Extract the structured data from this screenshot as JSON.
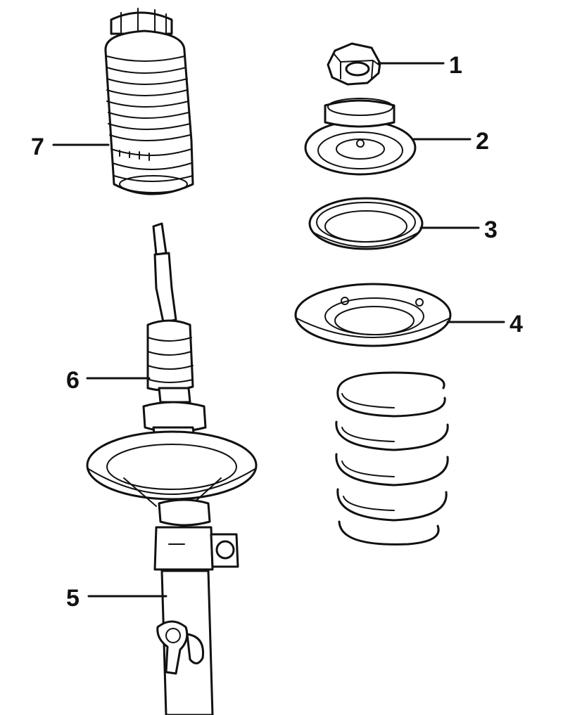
{
  "callouts": [
    {
      "number": "1"
    },
    {
      "number": "2"
    },
    {
      "number": "3"
    },
    {
      "number": "4"
    },
    {
      "number": "5"
    },
    {
      "number": "6"
    },
    {
      "number": "7"
    }
  ],
  "colors": {
    "line": "#111111",
    "background": "#ffffff"
  }
}
